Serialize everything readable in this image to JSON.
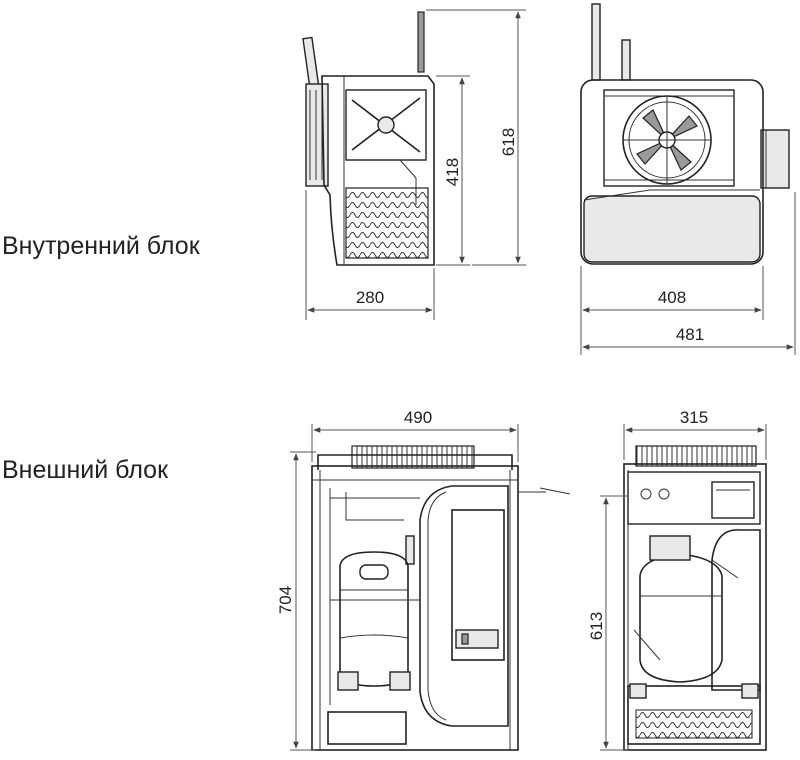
{
  "labels": {
    "indoor_unit": "Внутренний блок",
    "outdoor_unit": "Внешний блок"
  },
  "dimensions": {
    "indoor_side_width": "280",
    "indoor_side_height_body": "418",
    "indoor_side_height_total": "618",
    "indoor_front_width_body": "408",
    "indoor_front_width_total": "481",
    "outdoor_front_width": "490",
    "outdoor_front_height": "704",
    "outdoor_side_width": "315",
    "outdoor_side_height": "613"
  },
  "icons": [
    "fan-icon",
    "compressor-icon"
  ]
}
